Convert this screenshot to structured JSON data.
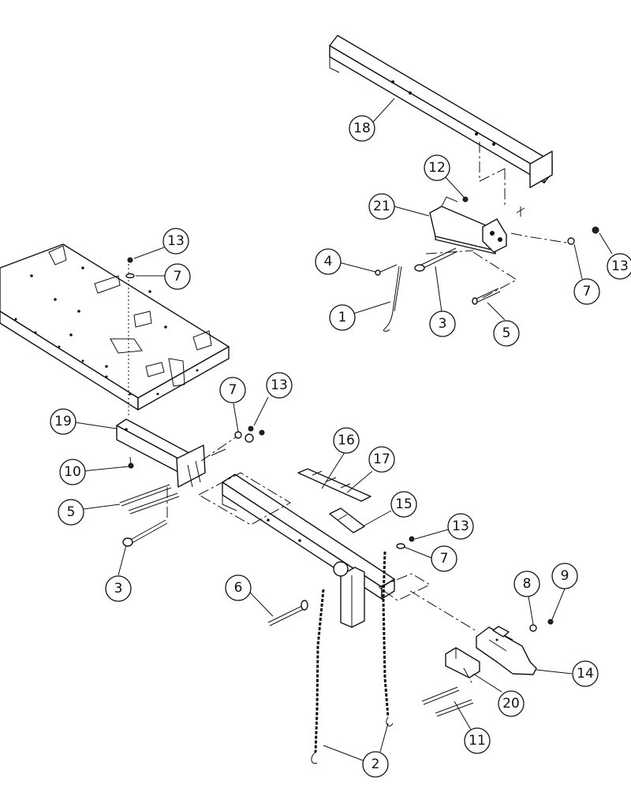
{
  "callouts": [
    {
      "id": "c18a",
      "label": "18"
    },
    {
      "id": "c12a",
      "label": "12"
    },
    {
      "id": "c21a",
      "label": "21"
    },
    {
      "id": "c4a",
      "label": "4"
    },
    {
      "id": "c1a",
      "label": "1"
    },
    {
      "id": "c3a",
      "label": "3"
    },
    {
      "id": "c5a",
      "label": "5"
    },
    {
      "id": "c7a",
      "label": "7"
    },
    {
      "id": "c13a",
      "label": "13"
    },
    {
      "id": "c13b",
      "label": "13"
    },
    {
      "id": "c7b",
      "label": "7"
    },
    {
      "id": "c7c",
      "label": "7"
    },
    {
      "id": "c13c",
      "label": "13"
    },
    {
      "id": "c19a",
      "label": "19"
    },
    {
      "id": "c10a",
      "label": "10"
    },
    {
      "id": "c5b",
      "label": "5"
    },
    {
      "id": "c3b",
      "label": "3"
    },
    {
      "id": "c16a",
      "label": "16"
    },
    {
      "id": "c17a",
      "label": "17"
    },
    {
      "id": "c15a",
      "label": "15"
    },
    {
      "id": "c13d",
      "label": "13"
    },
    {
      "id": "c7d",
      "label": "7"
    },
    {
      "id": "c6a",
      "label": "6"
    },
    {
      "id": "c8a",
      "label": "8"
    },
    {
      "id": "c9a",
      "label": "9"
    },
    {
      "id": "c14a",
      "label": "14"
    },
    {
      "id": "c20a",
      "label": "20"
    },
    {
      "id": "c11a",
      "label": "11"
    },
    {
      "id": "c2a",
      "label": "2"
    }
  ]
}
